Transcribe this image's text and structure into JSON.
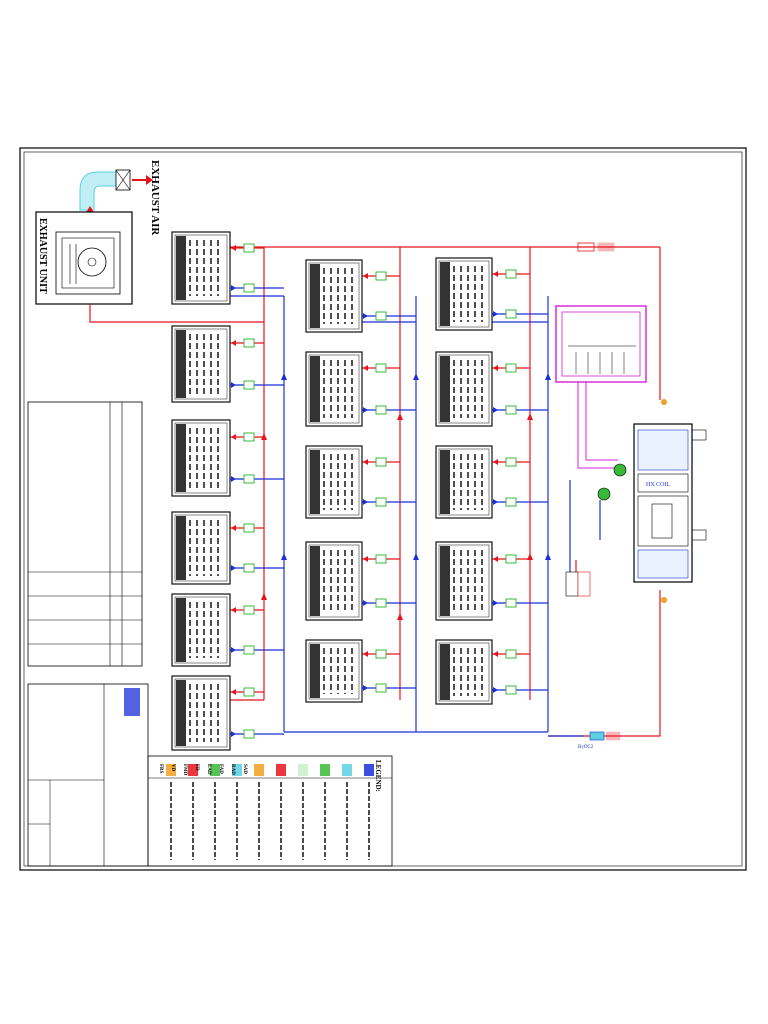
{
  "labels": {
    "exhaust_air": "EXHAUST AIR",
    "exhaust_unit": "EXHAUST UNIT",
    "legend": "LEGEND:",
    "hx_coil": "HX COIL",
    "bypass": "ByOC2",
    "legend_codes": [
      "SAD",
      "RAD",
      "FAD",
      "EAD",
      "FD",
      "FMD",
      "VD",
      "FRS"
    ]
  },
  "colors": {
    "supply": "#e8141b",
    "return": "#1a2fd6",
    "box": "#111111",
    "coil_magenta": "#d41fd6",
    "damper_green": "#39b83a",
    "duct_cyan": "#5ad0e0"
  },
  "icons": [
    "fan-icon",
    "hx-coil-icon",
    "damper-icon"
  ]
}
